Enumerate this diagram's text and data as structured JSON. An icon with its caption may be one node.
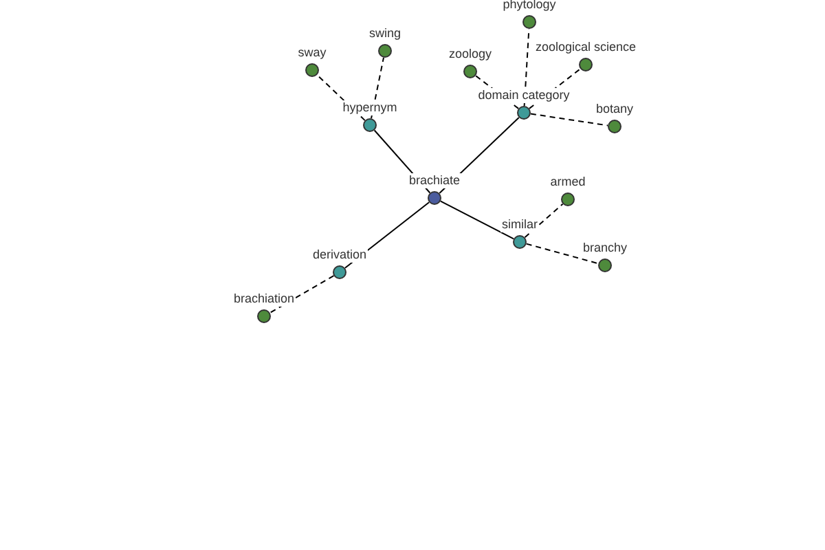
{
  "diagram": {
    "nodes": [
      {
        "text": [],
        "shape": "circle",
        "beside": [
          "brachiate"
        ]
      },
      {
        "text": [],
        "shape": "circle",
        "beside": [
          "hypernym"
        ]
      },
      {
        "text": [],
        "shape": "circle",
        "beside": [
          "sway"
        ]
      },
      {
        "text": [],
        "shape": "circle",
        "beside": [
          "swing"
        ]
      },
      {
        "text": [],
        "shape": "circle",
        "beside": [
          "domain category"
        ]
      },
      {
        "text": [],
        "shape": "circle",
        "beside": [
          "phytology"
        ]
      },
      {
        "text": [],
        "shape": "circle",
        "beside": [
          "zoology"
        ]
      },
      {
        "text": [],
        "shape": "circle",
        "beside": [
          "zoological science"
        ]
      },
      {
        "text": [],
        "shape": "circle",
        "beside": [
          "botany"
        ]
      },
      {
        "text": [],
        "shape": "circle",
        "beside": [
          "similar"
        ]
      },
      {
        "text": [],
        "shape": "circle",
        "beside": [
          "armed"
        ]
      },
      {
        "text": [],
        "shape": "circle",
        "beside": [
          "branchy"
        ]
      },
      {
        "text": [],
        "shape": "circle",
        "beside": [
          "derivation"
        ]
      },
      {
        "text": [],
        "shape": "circle",
        "beside": [
          "brachiation"
        ]
      }
    ],
    "edges": [
      {
        "from": 0,
        "to": 1,
        "arrow": "none"
      },
      {
        "from": 0,
        "to": 4,
        "arrow": "none"
      },
      {
        "from": 0,
        "to": 9,
        "arrow": "none"
      },
      {
        "from": 0,
        "to": 12,
        "arrow": "none"
      },
      {
        "from": 1,
        "to": 2,
        "arrow": "none",
        "style": "dashed"
      },
      {
        "from": 1,
        "to": 3,
        "arrow": "none",
        "style": "dashed"
      },
      {
        "from": 4,
        "to": 5,
        "arrow": "none",
        "style": "dashed"
      },
      {
        "from": 4,
        "to": 6,
        "arrow": "none",
        "style": "dashed"
      },
      {
        "from": 4,
        "to": 7,
        "arrow": "none",
        "style": "dashed"
      },
      {
        "from": 4,
        "to": 8,
        "arrow": "none",
        "style": "dashed"
      },
      {
        "from": 9,
        "to": 10,
        "arrow": "none",
        "style": "dashed"
      },
      {
        "from": 9,
        "to": 11,
        "arrow": "none",
        "style": "dashed"
      },
      {
        "from": 12,
        "to": 13,
        "arrow": "none",
        "style": "dashed"
      }
    ]
  }
}
